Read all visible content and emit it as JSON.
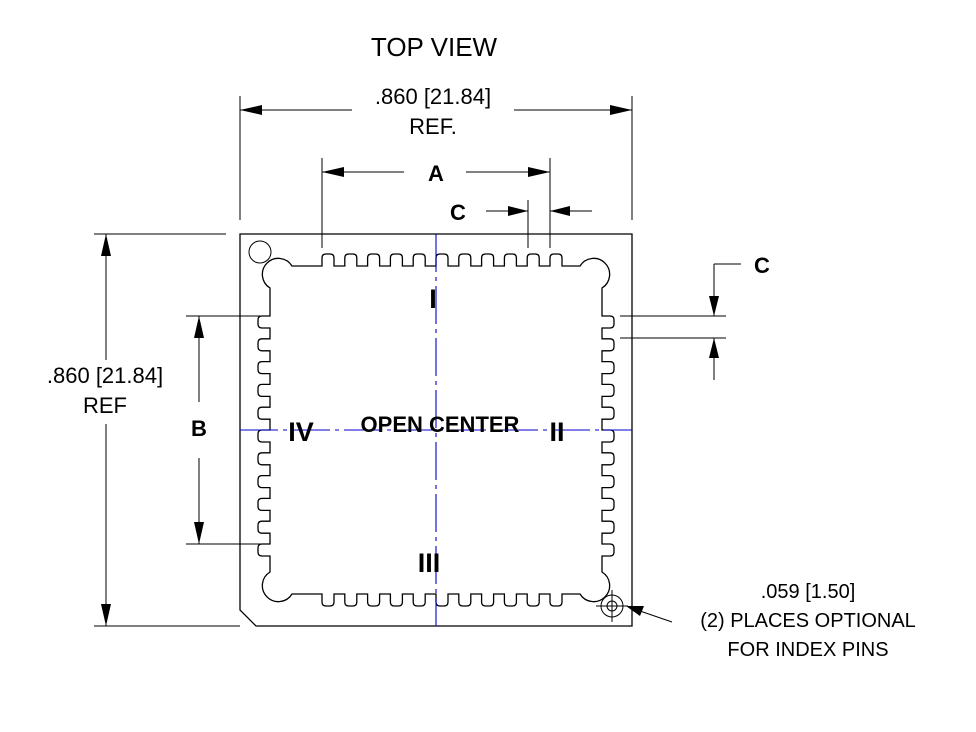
{
  "title": "TOP VIEW",
  "dims": {
    "width_value": ".860 [21.84]",
    "width_ref": "REF.",
    "height_value": ".860 [21.84]",
    "height_ref": "REF",
    "a_label": "A",
    "b_label": "B",
    "c_top_label": "C",
    "c_right_label": "C"
  },
  "quadrants": {
    "top": "I",
    "right": "II",
    "bottom": "III",
    "left": "IV"
  },
  "center_label": "OPEN CENTER",
  "note": {
    "line1": ".059 [1.50]",
    "line2": "(2) PLACES OPTIONAL",
    "line3": "FOR INDEX PINS"
  },
  "colors": {
    "centerline": "#0000cc",
    "outline": "#000000"
  },
  "fingers_per_side": 11
}
